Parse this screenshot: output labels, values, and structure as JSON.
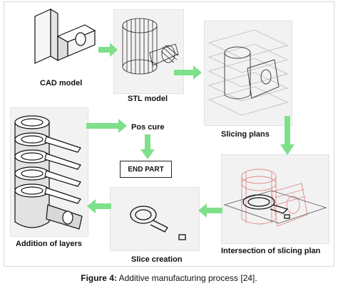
{
  "diagram": {
    "steps": {
      "cad_model": "CAD model",
      "stl_model": "STL model",
      "slicing_plans": "Slicing plans",
      "intersection": "Intersection of slicing plan",
      "slice_creation": "Slice creation",
      "addition_of_layers": "Addition of layers",
      "pos_cure": "Pos cure",
      "end_part": "END PART"
    }
  },
  "caption": {
    "label": "Figure 4:",
    "text": " Additive manufacturing process [24]."
  },
  "colors": {
    "arrow": "#7ee08a",
    "panel": "#f2f2f2",
    "slice_highlight": "#e08a8a"
  }
}
